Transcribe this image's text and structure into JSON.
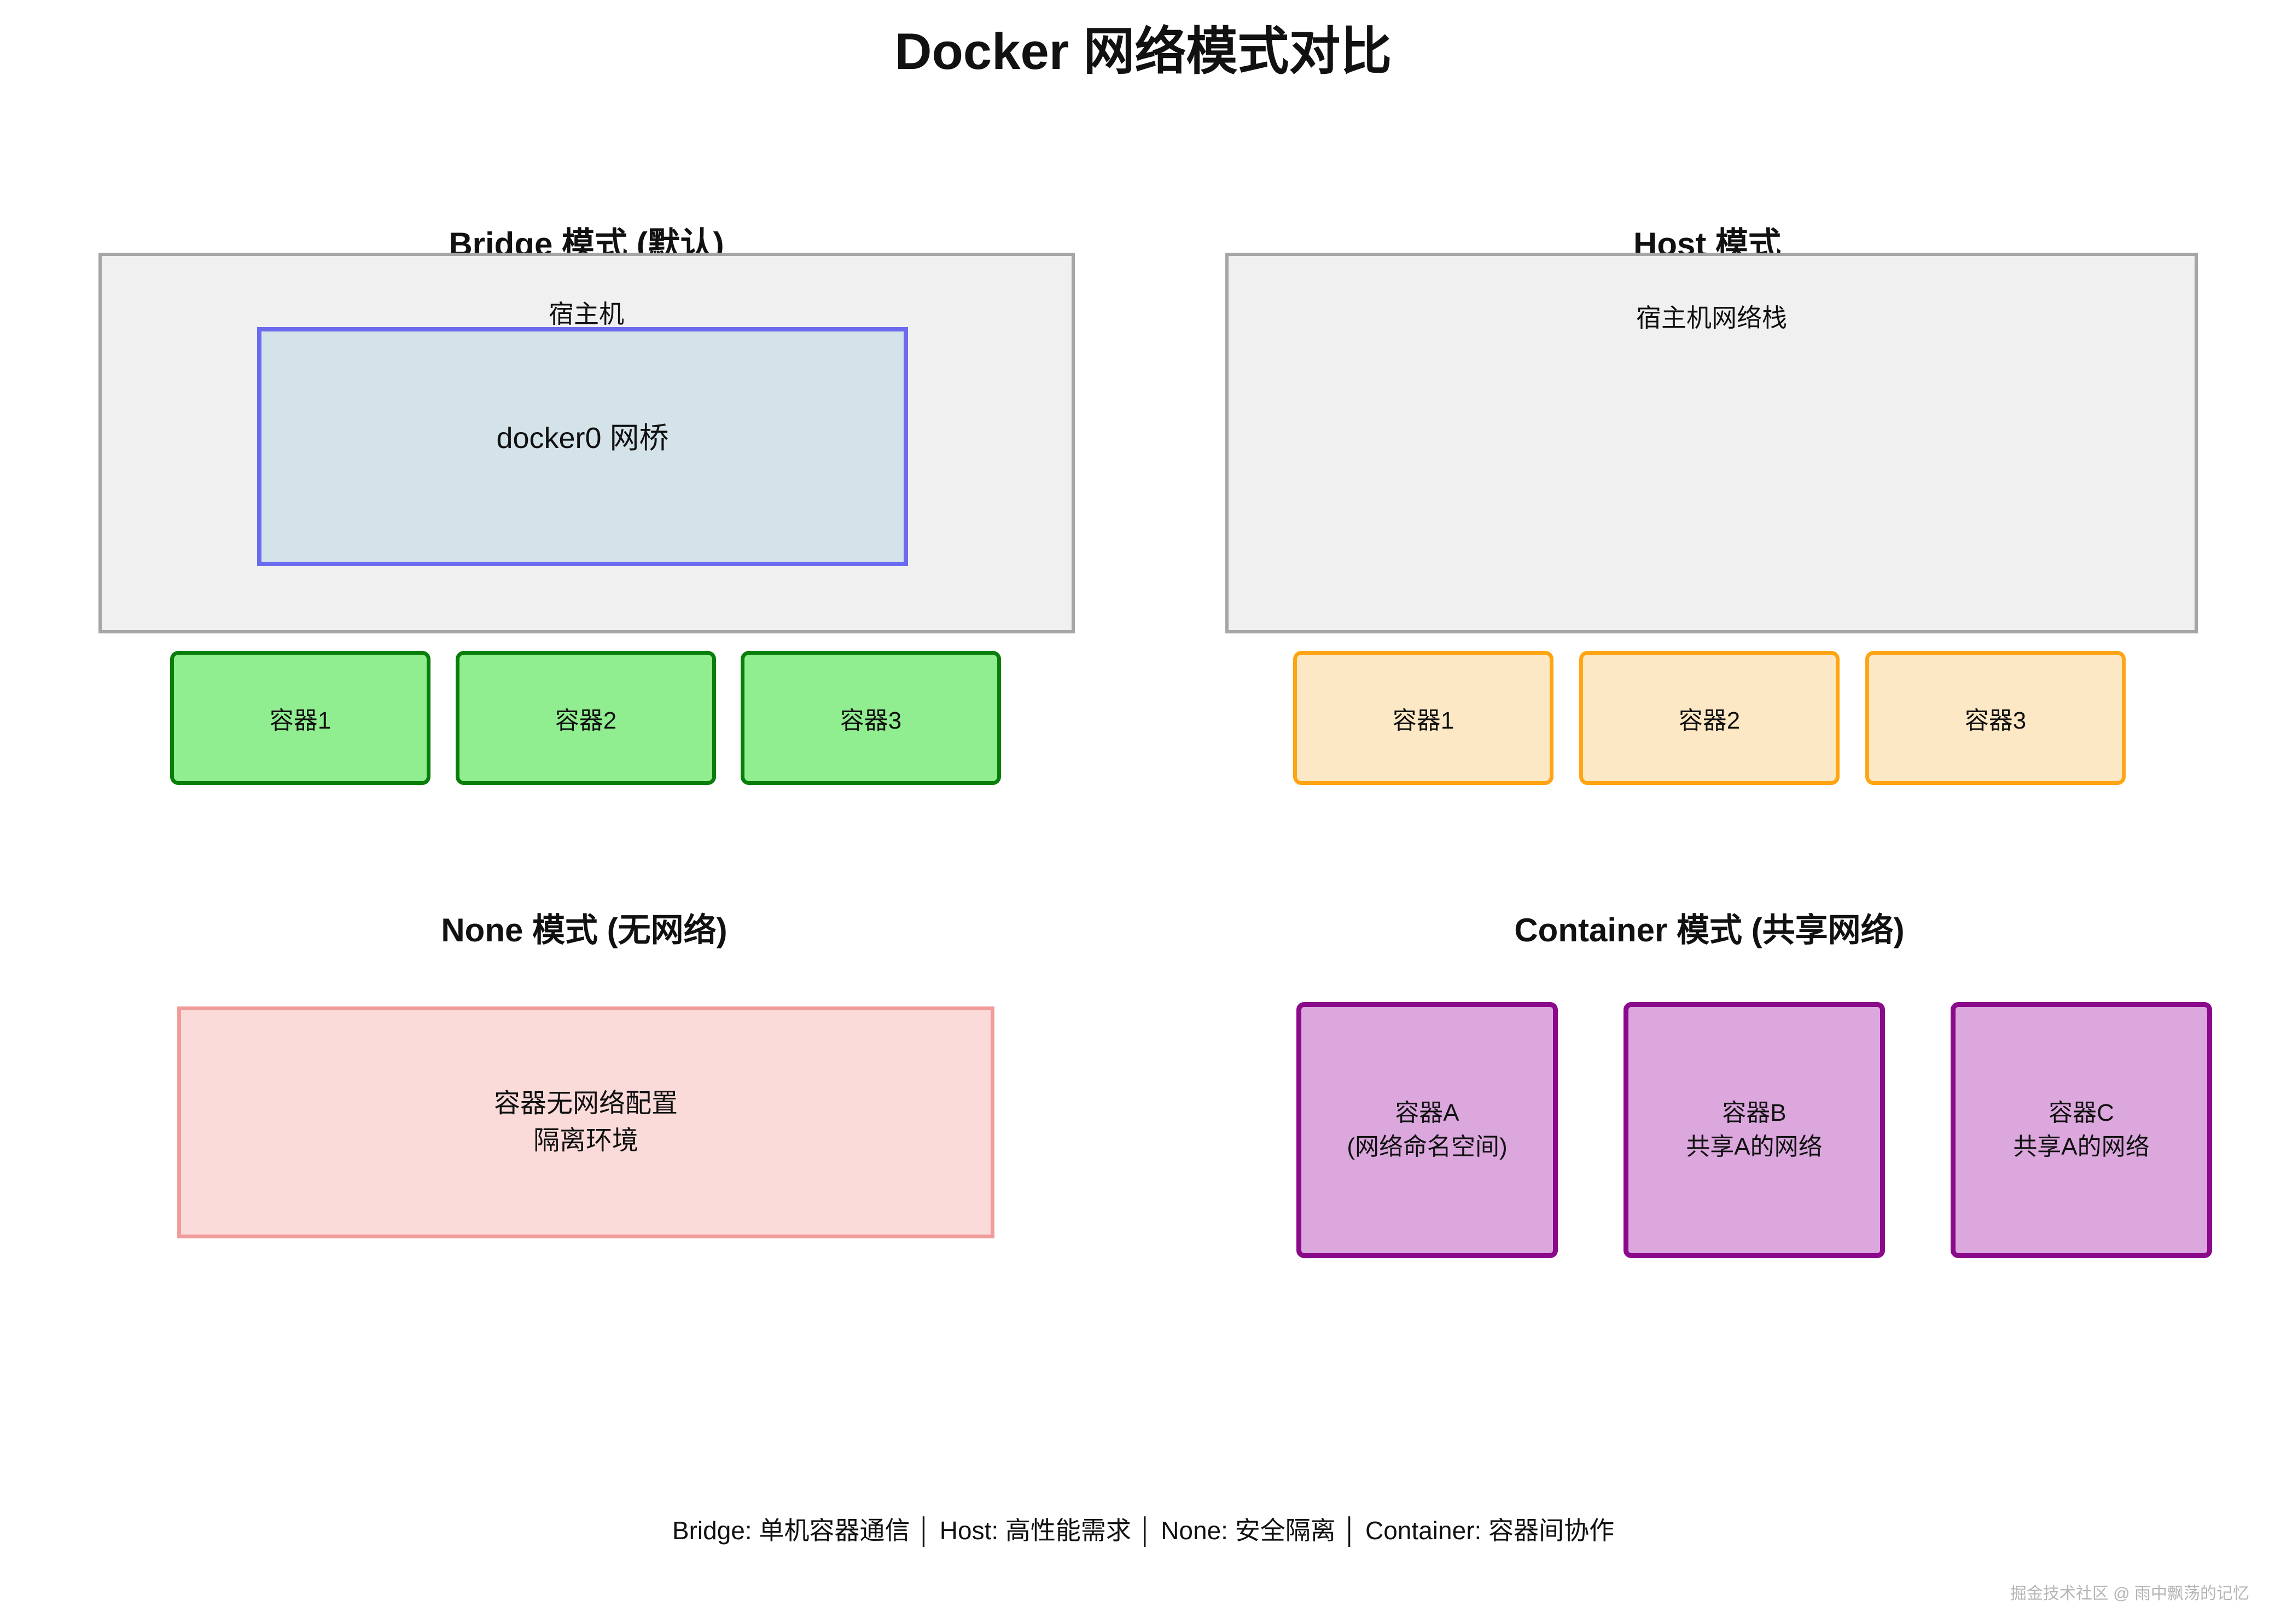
{
  "title": "Docker 网络模式对比",
  "colors": {
    "gray_fill": "#f0f0f0",
    "gray_border": "#a6a6a6",
    "blue_fill": "#d4e3ea",
    "blue_border": "#6b6bef",
    "green_fill": "#90ee90",
    "green_border": "#0a7e0a",
    "orange_fill": "#fde8c5",
    "orange_border": "#ffa514",
    "pink_fill": "#fbdada",
    "pink_border": "#f29b9b",
    "purple_fill": "#dba7dd",
    "purple_border": "#8b0a8b",
    "watermark_text": "#b5b5b5"
  },
  "sections": {
    "bridge": {
      "title": "Bridge 模式 (默认)",
      "host_label": "宿主机",
      "bridge_label": "docker0 网桥",
      "containers": [
        "容器1",
        "容器2",
        "容器3"
      ]
    },
    "host": {
      "title": "Host 模式",
      "host_label": "宿主机网络栈",
      "containers": [
        "容器1",
        "容器2",
        "容器3"
      ]
    },
    "none": {
      "title": "None 模式 (无网络)",
      "box_line1": "容器无网络配置",
      "box_line2": "隔离环境"
    },
    "container": {
      "title": "Container 模式 (共享网络)",
      "containers": [
        {
          "line1": "容器A",
          "line2": "(网络命名空间)"
        },
        {
          "line1": "容器B",
          "line2": "共享A的网络"
        },
        {
          "line1": "容器C",
          "line2": "共享A的网络"
        }
      ]
    }
  },
  "footer": {
    "legend": "Bridge: 单机容器通信  │  Host: 高性能需求  │  None: 安全隔离  │  Container: 容器间协作",
    "watermark": "掘金技术社区 @ 雨中飘荡的记忆"
  }
}
